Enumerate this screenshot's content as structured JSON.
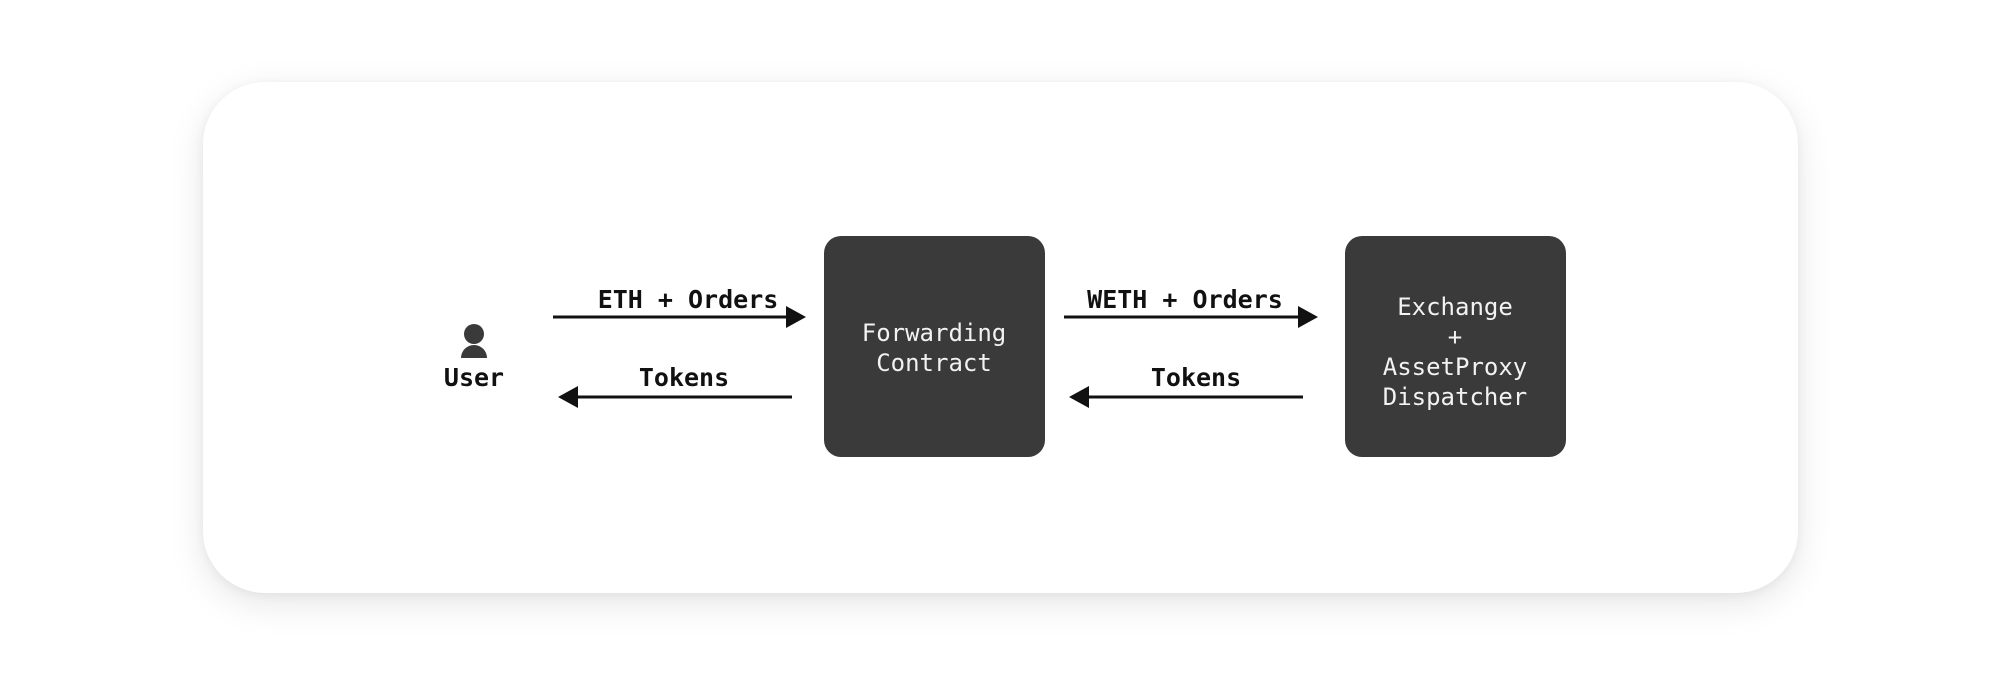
{
  "diagram": {
    "actor": {
      "label": "User",
      "icon": "user-icon"
    },
    "nodes": [
      {
        "id": "forwarding",
        "lines": [
          "Forwarding",
          "Contract"
        ]
      },
      {
        "id": "exchange",
        "lines": [
          "Exchange",
          "+",
          "AssetProxy",
          "Dispatcher"
        ]
      }
    ],
    "edges": [
      {
        "from": "user",
        "to": "forwarding",
        "label": "ETH + Orders"
      },
      {
        "from": "forwarding",
        "to": "user",
        "label": "Tokens"
      },
      {
        "from": "forwarding",
        "to": "exchange",
        "label": "WETH + Orders"
      },
      {
        "from": "exchange",
        "to": "forwarding",
        "label": "Tokens"
      }
    ],
    "colors": {
      "node_fill": "#3a3a3a",
      "node_text": "#f2f2f2",
      "ink": "#111111"
    }
  }
}
